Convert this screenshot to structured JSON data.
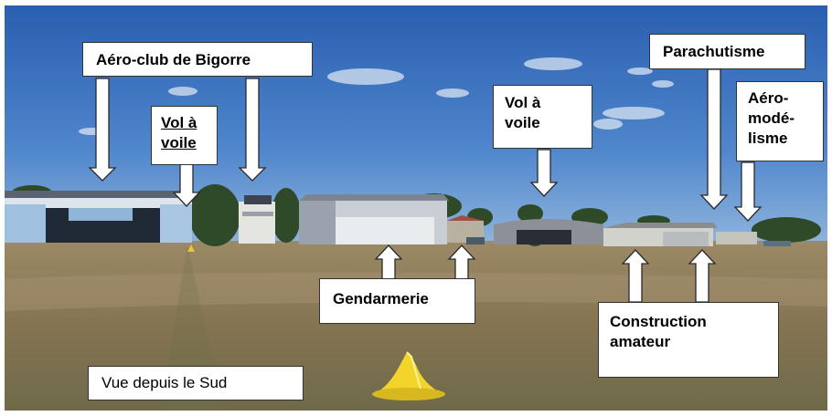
{
  "scene": {
    "description_icons": [
      "hangar-icon",
      "tower-icon",
      "tree-icon",
      "cone-icon"
    ],
    "colors": {
      "sky": "#2e68b8",
      "grass": "#8a7a5a",
      "arrow_fill": "#ffffff",
      "arrow_stroke": "#2a2a2a",
      "cone": "#f2d22a"
    }
  },
  "labels": {
    "aeroclub": "Aéro-club de Bigorre",
    "vol_voile_1_line1": "Vol à",
    "vol_voile_1_line2": "voile",
    "vol_voile_2_line1": "Vol à",
    "vol_voile_2_line2": "voile",
    "parachutisme": "Parachutisme",
    "aeromodelisme_line1": "Aéro-",
    "aeromodelisme_line2": "modé-",
    "aeromodelisme_line3": "lisme",
    "gendarmerie": "Gendarmerie",
    "construction_line1": "Construction",
    "construction_line2": "amateur",
    "vue": "Vue depuis le Sud"
  }
}
